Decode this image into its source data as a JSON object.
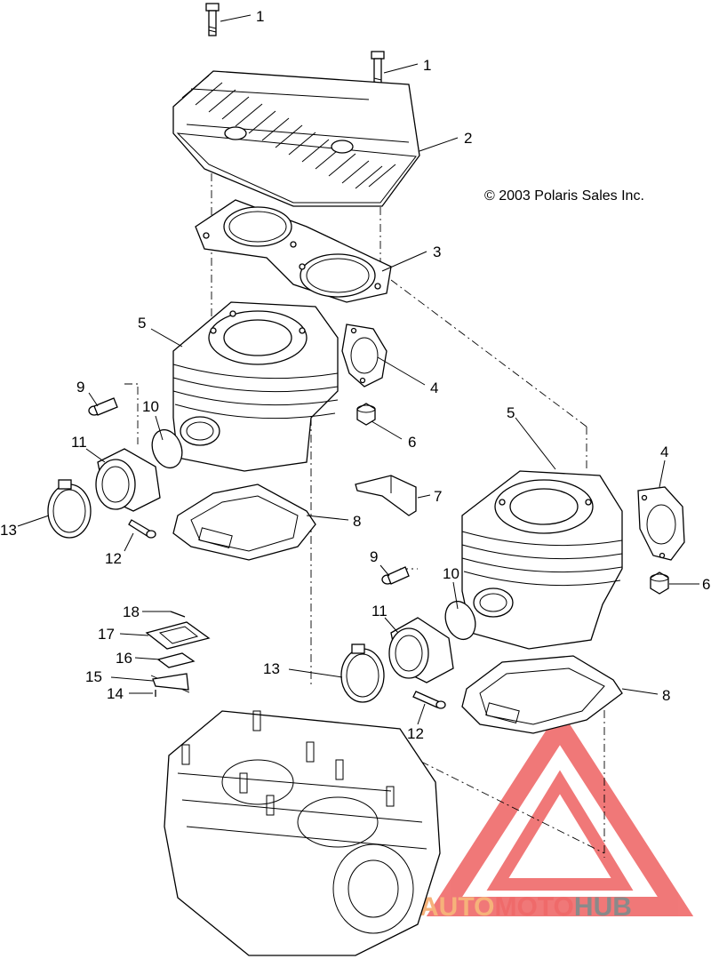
{
  "copyright": "© 2003 Polaris Sales Inc.",
  "watermark": {
    "part1": "AUTO",
    "part2": "MOTO",
    "part3": "HUB",
    "color_orange": "#f6b27a",
    "color_red": "#ef6a6a",
    "color_gray": "#8a8a8a"
  },
  "callouts": {
    "c1a": "1",
    "c1b": "1",
    "c2": "2",
    "c3": "3",
    "c4a": "4",
    "c4b": "4",
    "c5a": "5",
    "c5b": "5",
    "c6a": "6",
    "c6b": "6",
    "c7": "7",
    "c8a": "8",
    "c8b": "8",
    "c9a": "9",
    "c9b": "9",
    "c10a": "10",
    "c10b": "10",
    "c11a": "11",
    "c11b": "11",
    "c12a": "12",
    "c12b": "12",
    "c13a": "13",
    "c13b": "13",
    "c14": "14",
    "c15": "15",
    "c16": "16",
    "c17": "17",
    "c18": "18"
  },
  "parts": {
    "bolt": "bolt-icon",
    "cylinder_head": "cylinder-head-icon",
    "head_gasket": "head-gasket-icon",
    "exhaust_gasket": "exhaust-gasket-icon",
    "cylinder": "cylinder-icon",
    "nut": "nut-icon",
    "bracket": "bracket-icon",
    "base_gasket": "base-gasket-icon",
    "o_ring": "o-ring-icon",
    "intake_boot": "intake-boot-icon",
    "clamp": "clamp-icon",
    "reed_valve": "reed-valve-icon",
    "crankcase": "crankcase-icon"
  }
}
